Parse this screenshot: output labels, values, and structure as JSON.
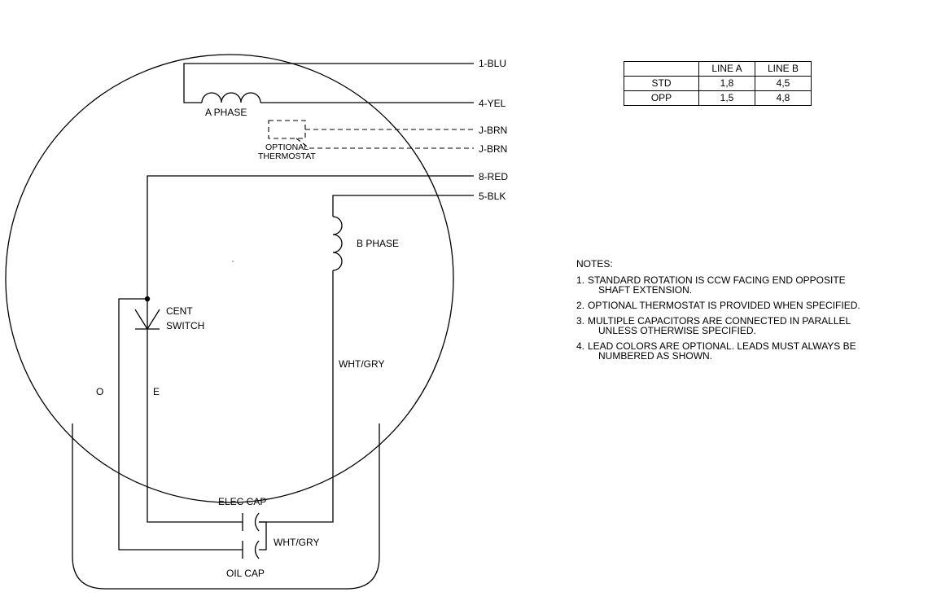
{
  "phases": {
    "a_phase": "A PHASE",
    "b_phase": "B PHASE"
  },
  "thermostat": {
    "line1": "OPTIONAL",
    "line2": "THERMOSTAT"
  },
  "leads": [
    "1-BLU",
    "4-YEL",
    "J-BRN",
    "J-BRN",
    "8-RED",
    "5-BLK"
  ],
  "switch": {
    "line1": "CENT",
    "line2": "SWITCH"
  },
  "circuit_labels": {
    "o": "O",
    "e": "E",
    "wht_gry_main": "WHT/GRY",
    "wht_gry_cap": "WHT/GRY"
  },
  "capacitors": {
    "elec": "ELEC  CAP",
    "oil": "OIL  CAP"
  },
  "table": {
    "headers": [
      "",
      "LINE  A",
      "LINE  B"
    ],
    "rows": [
      {
        "label": "STD",
        "line_a": "1,8",
        "line_b": "4,5"
      },
      {
        "label": "OPP",
        "line_a": "1,5",
        "line_b": "4,8"
      }
    ]
  },
  "notes": {
    "title": "NOTES:",
    "items": [
      {
        "num": "1.",
        "line1": "STANDARD  ROTATION  IS  CCW  FACING  END  OPPOSITE",
        "line2": "SHAFT  EXTENSION."
      },
      {
        "num": "2.",
        "line1": "OPTIONAL  THERMOSTAT  IS  PROVIDED  WHEN  SPECIFIED.",
        "line2": ""
      },
      {
        "num": "3.",
        "line1": "MULTIPLE  CAPACITORS  ARE  CONNECTED  IN  PARALLEL",
        "line2": "UNLESS  OTHERWISE  SPECIFIED."
      },
      {
        "num": "4.",
        "line1": "LEAD  COLORS  ARE  OPTIONAL.   LEADS  MUST  ALWAYS  BE",
        "line2": "NUMBERED  AS  SHOWN."
      }
    ]
  }
}
